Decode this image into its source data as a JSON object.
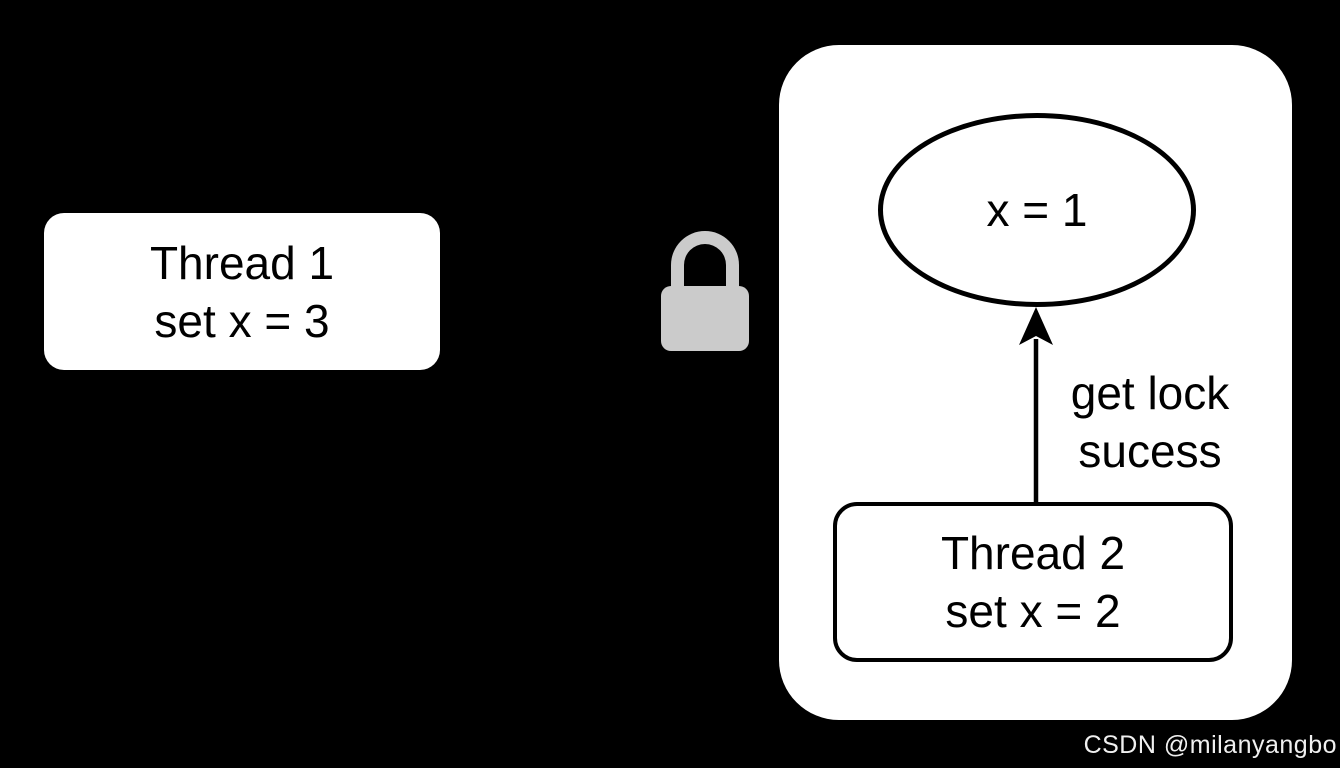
{
  "diagram": {
    "nodes": {
      "thread1": {
        "line1": "Thread 1",
        "line2": "set x = 3"
      },
      "state": {
        "label": "x = 1"
      },
      "thread2": {
        "line1": "Thread 2",
        "line2": "set x = 2"
      }
    },
    "edge": {
      "label_line1": "get lock",
      "label_line2": "sucess"
    },
    "icons": {
      "lock": "padlock"
    },
    "colors": {
      "background": "#000000",
      "panel_fill": "#ffffff",
      "node_fill": "#ffffff",
      "stroke": "#000000",
      "lock_gray": "#cbcbcb",
      "watermark_text": "#f0f0f0"
    }
  },
  "watermark": {
    "text": "CSDN @milanyangbo"
  }
}
